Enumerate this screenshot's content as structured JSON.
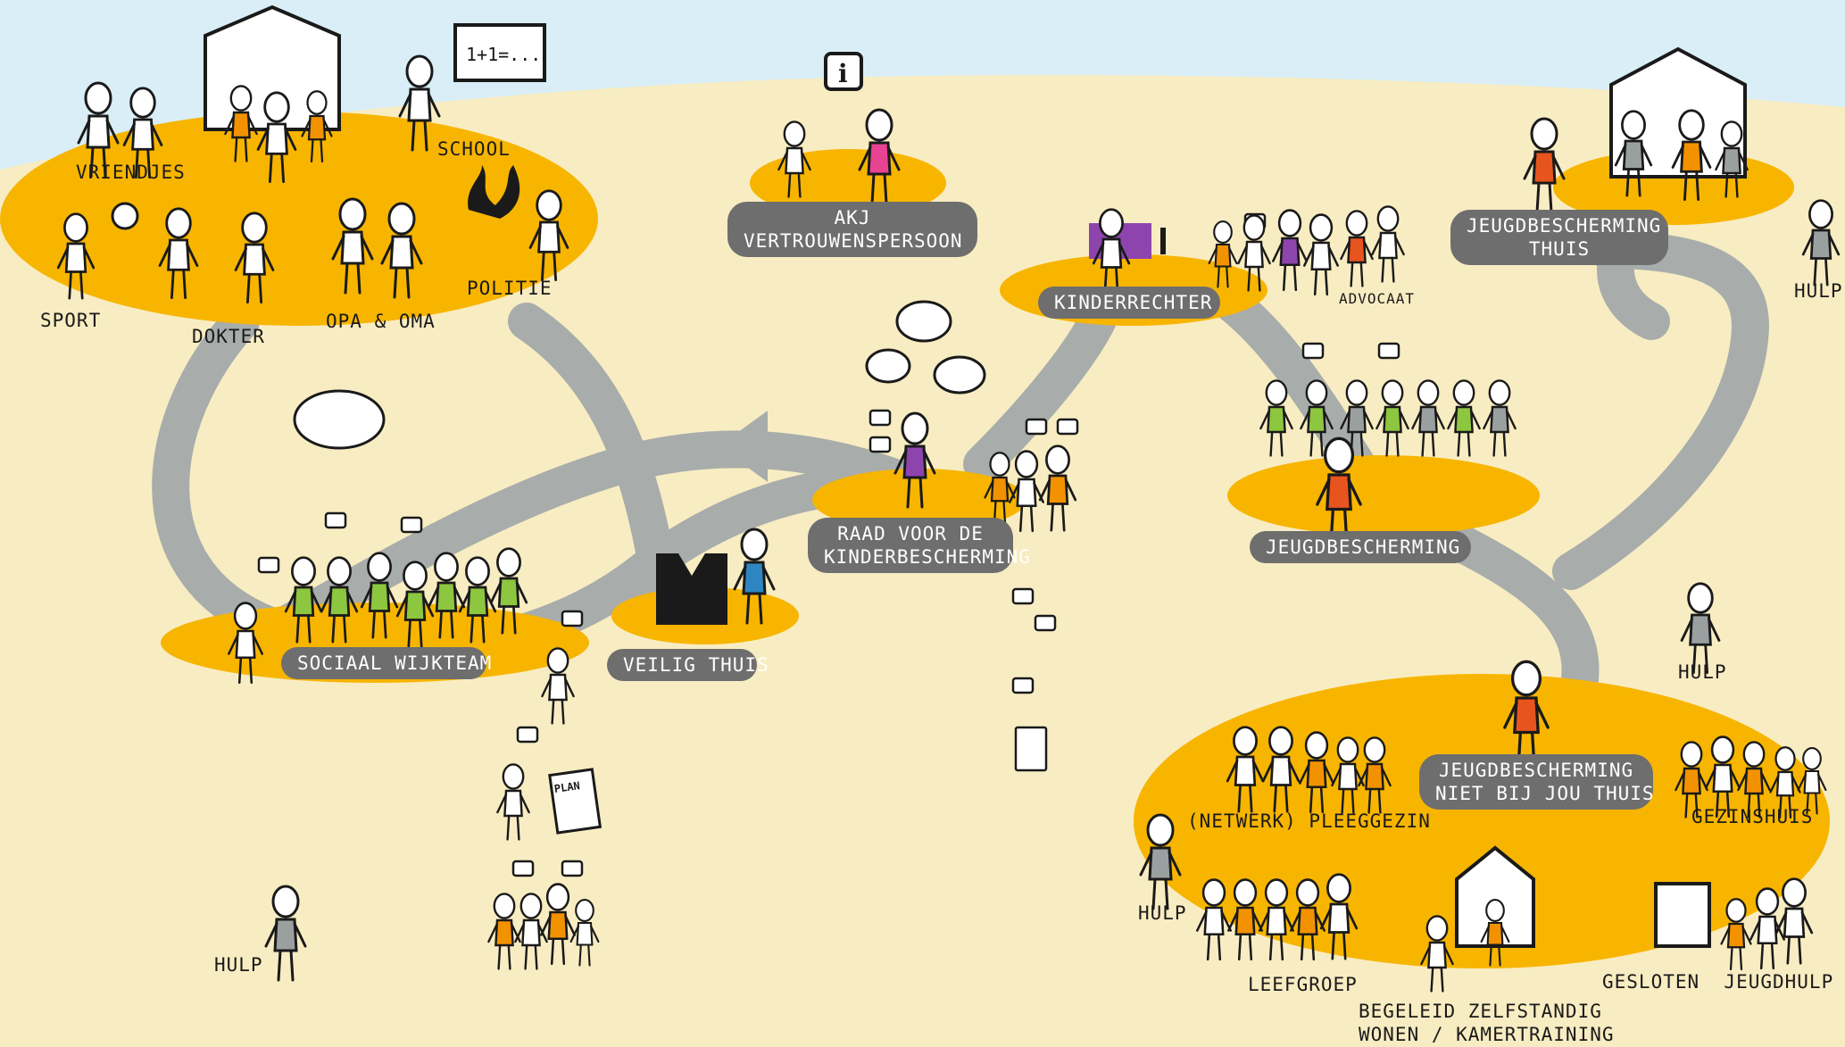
{
  "colors": {
    "sky": "#d9eef7",
    "ground": "#f8ecc2",
    "island": "#f7b500",
    "path": "#a8adab",
    "label_bg": "#6e6e6e",
    "figure_green": "#8dc63f",
    "figure_orange": "#f39200",
    "figure_purple": "#8e44ad",
    "figure_red": "#e8541e",
    "figure_blue": "#2e86c1",
    "figure_grey": "#9aa0a0"
  },
  "labels": {
    "vriendjes": "VRIENDJES",
    "school": "SCHOOL",
    "board_text": "1+1=...",
    "sport": "SPORT",
    "dokter": "DOKTER",
    "opa_oma": "OPA & OMA",
    "politie": "POLITIE",
    "akj": "AKJ\nVERTROUWENSPERSOON",
    "kinderrechter": "KINDERRECHTER",
    "advocaat": "ADVOCAAT",
    "jb_thuis": "JEUGDBESCHERMING\nTHUIS",
    "hulp_top_right": "HULP",
    "raad": "RAAD VOOR DE\nKINDERBESCHERMING",
    "jeugdbescherming": "JEUGDBESCHERMING",
    "sociaal_wijkteam": "SOCIAAL WIJKTEAM",
    "veilig_thuis": "VEILIG THUIS",
    "hulp_right": "HULP",
    "jb_niet_thuis": "JEUGDBESCHERMING\nNIET BIJ JOU THUIS",
    "pleeggezin": "(NETWERK) PLEEGGEZIN",
    "gezinshuis": "GEZINSHUIS",
    "hulp_mid": "HULP",
    "plan": "PLAN",
    "hulp_left": "HULP",
    "leefgroep": "LEEFGROEP",
    "begeleid": "BEGELEID ZELFSTANDIG\nWONEN / KAMERTRAINING",
    "gesloten": "GESLOTEN  JEUGDHULP",
    "info_icon": "i"
  },
  "icons": {
    "house": "house-outline-icon",
    "thought": "thought-cloud-icon",
    "speech": "speech-bubble-icon",
    "police": "police-flame-logo-icon",
    "judge": "gavel-icon",
    "ball": "football-icon"
  }
}
